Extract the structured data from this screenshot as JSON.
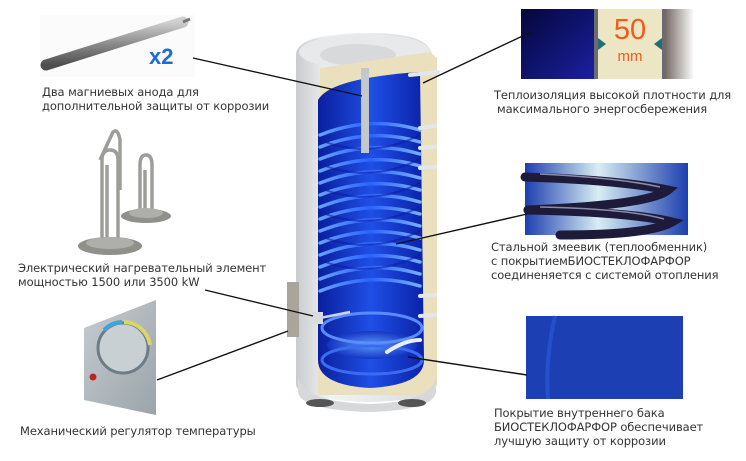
{
  "callouts": {
    "anode": {
      "badge": "x2",
      "line1": "Два магниевых анода для",
      "line2": "дополнительной защиты от коррозии"
    },
    "heater": {
      "line1": "Электрический нагревательный элемент",
      "line2": "мощностью 1500 или 3500 kW"
    },
    "thermostat": {
      "line1": "Механический регулятор температуры"
    },
    "insulation": {
      "thickness_value": "50",
      "thickness_unit": "mm",
      "line1": "Теплоизоляция высокой плотности для",
      "line2": "максимального энергосбережения"
    },
    "coil": {
      "line1": "Стальной змеевик (теплообменник)",
      "line2": "с покрытиемБИОСТЕКЛОФАРФОР",
      "line3": "соединеняется с системой отопления"
    },
    "tank": {
      "line1": "Покрытие внутреннего бака",
      "line2": "БИОСТЕКЛОФАРФОР  обеспечивает",
      "line3": "лучшую защиту от коррозии"
    }
  },
  "colors": {
    "badge_blue": "#1a6fd0",
    "insulation_orange": "#f05a1a",
    "insulation_beige": "#ede6c4",
    "tank_blue": "#1d3fd6",
    "teal_arrow": "#1f6e7a",
    "text": "#333333"
  }
}
